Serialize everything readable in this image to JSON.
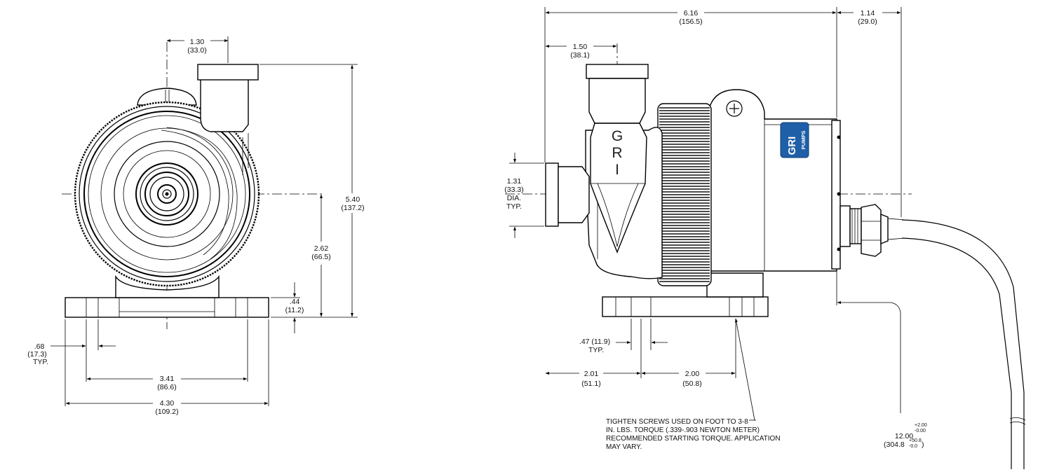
{
  "front_view": {
    "dims": {
      "inlet_offset": {
        "value": "1.30",
        "metric": "(33.0)"
      },
      "overall_height": {
        "value": "5.40",
        "metric": "(137.2)"
      },
      "center_height": {
        "value": "2.62",
        "metric": "(66.5)"
      },
      "foot_thickness": {
        "value": ".44",
        "metric": "(11.2)"
      },
      "slot_width": {
        "value": ".68",
        "metric": "(17.3)",
        "suffix": "TYP."
      },
      "hole_spacing": {
        "value": "3.41",
        "metric": "(86.6)"
      },
      "foot_width": {
        "value": "4.30",
        "metric": "(109.2)"
      }
    }
  },
  "side_view": {
    "brand_letters": [
      "G",
      "R",
      "I"
    ],
    "logo_text": "GRI",
    "logo_sub": "PUMPS",
    "dims": {
      "overall_length": {
        "value": "6.16",
        "metric": "(156.5)"
      },
      "cable_gland": {
        "value": "1.14",
        "metric": "(29.0)"
      },
      "outlet_offset": {
        "value": "1.50",
        "metric": "(38.1)"
      },
      "inlet_dia": {
        "value": "1.31",
        "metric": "(33.3)",
        "l3": "DIA.",
        "l4": "TYP."
      },
      "slot": {
        "value": ".47 (11.9)",
        "suffix": "TYP."
      },
      "front_to_hole": {
        "value": "2.01",
        "metric": "(51.1)"
      },
      "hole_to_hole": {
        "value": "2.00",
        "metric": "(50.8)"
      },
      "cable_length": {
        "value": "12.00",
        "tol_up": "+2.00",
        "tol_dn": "-0.00",
        "metric": "(304.8",
        "mtol_up": "+50.8",
        "mtol_dn": "-0.0",
        "close": ")"
      }
    },
    "note_lines": [
      "TIGHTEN SCREWS USED ON FOOT TO 3-8",
      "IN. LBS. TORQUE (.339-.903 NEWTON METER)",
      "RECOMMENDED STARTING TORQUE. APPLICATION",
      "MAY VARY."
    ]
  }
}
